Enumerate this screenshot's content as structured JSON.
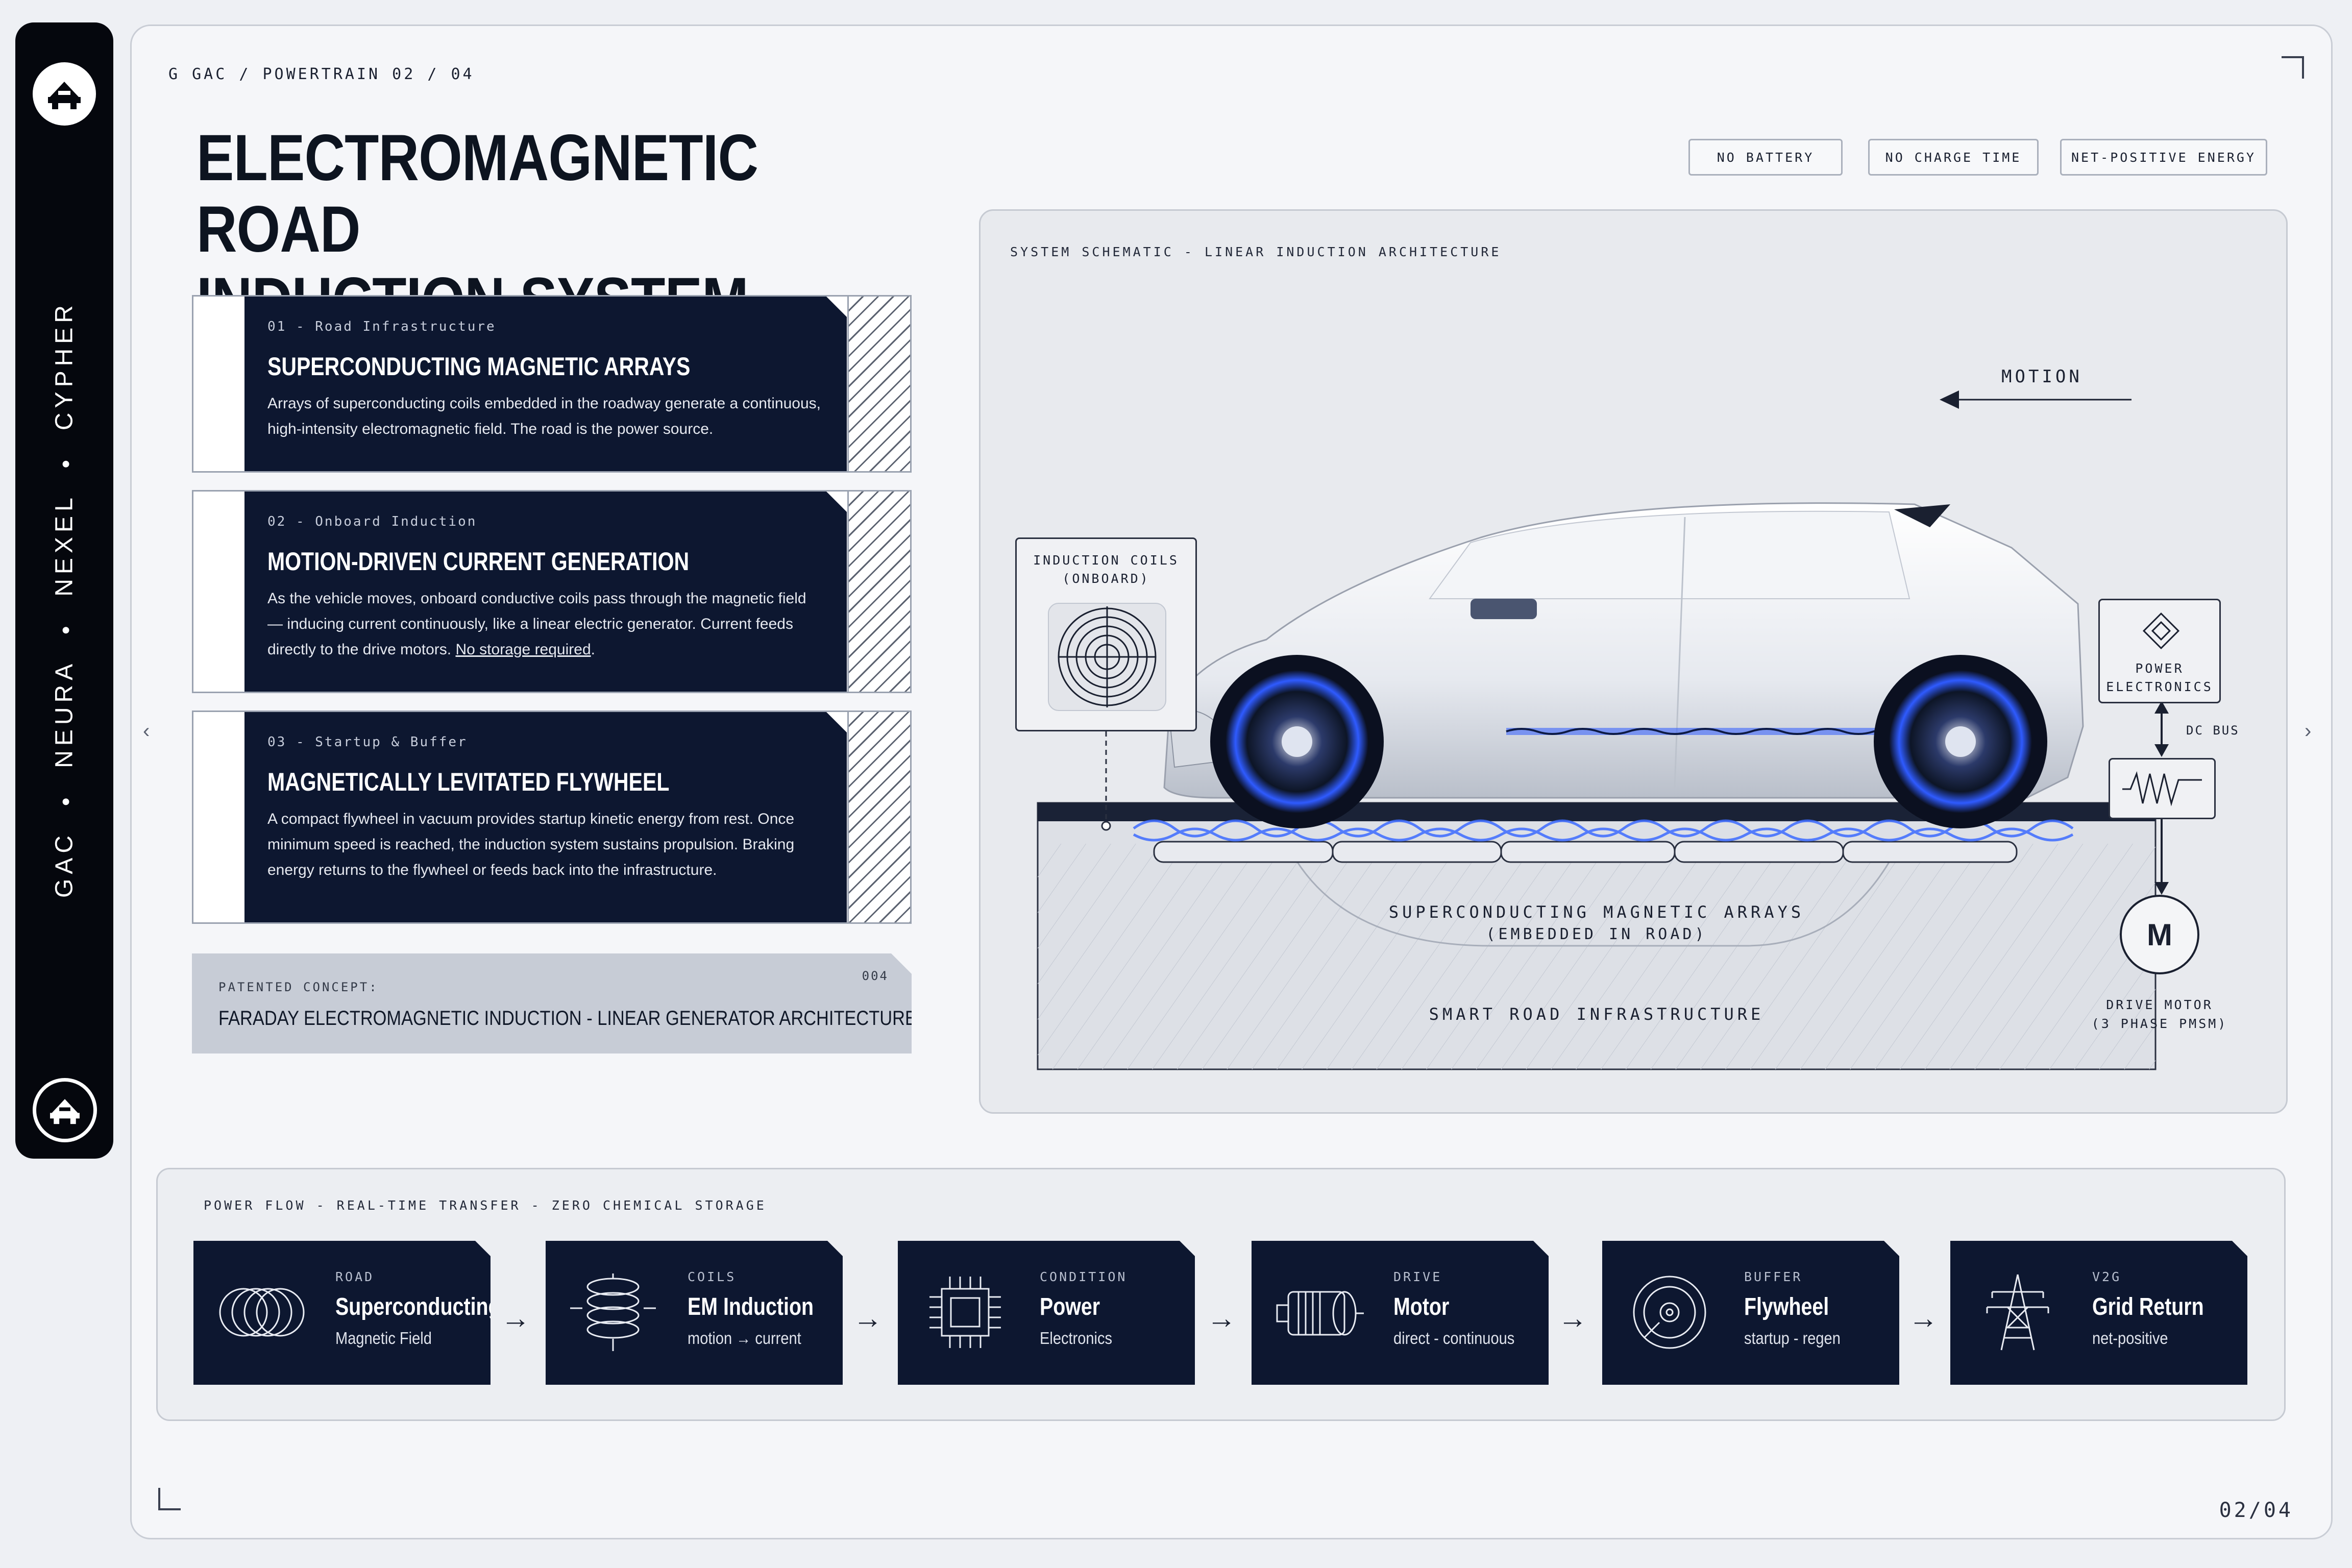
{
  "rail": {
    "brands": [
      "GAC",
      "NEURA",
      "NEXEL",
      "CYPHER"
    ]
  },
  "breadcrumb": "G GAC / POWERTRAIN  02 / 04",
  "title_line1": "ELECTROMAGNETIC ROAD",
  "title_line2": "INDUCTION SYSTEM",
  "tags": [
    "NO BATTERY",
    "NO CHARGE TIME",
    "NET-POSITIVE ENERGY"
  ],
  "cards": [
    {
      "eyebrow": "01 - Road Infrastructure",
      "title": "SUPERCONDUCTING MAGNETIC ARRAYS",
      "desc": "Arrays of superconducting coils embedded in the roadway generate a continuous, high-intensity electromagnetic field. The road is the power source."
    },
    {
      "eyebrow": "02 - Onboard Induction",
      "title": "MOTION-DRIVEN CURRENT GENERATION",
      "desc": "As the vehicle moves, onboard conductive coils pass through the magnetic field — inducing current continuously, like a linear electric generator. Current feeds directly to the drive motors.",
      "desc_link": "No storage required",
      "desc_end": "."
    },
    {
      "eyebrow": "03 - Startup & Buffer",
      "title": "MAGNETICALLY LEVITATED FLYWHEEL",
      "desc": "A compact flywheel in vacuum provides startup kinetic energy from rest. Once minimum speed is reached, the induction system sustains propulsion. Braking energy returns to the flywheel or feeds back into the infrastructure."
    }
  ],
  "patent": {
    "label": "PATENTED CONCEPT:",
    "value": "FARADAY ELECTROMAGNETIC INDUCTION - LINEAR GENERATOR ARCHITECTURE",
    "num": "004"
  },
  "schematic": {
    "caption": "SYSTEM SCHEMATIC - LINEAR INDUCTION ARCHITECTURE",
    "motion": "MOTION",
    "coils_label_1": "INDUCTION COILS",
    "coils_label_2": "(ONBOARD)",
    "power_1": "POWER",
    "power_2": "ELECTRONICS",
    "dc_bus": "DC BUS",
    "arrays_1": "SUPERCONDUCTING MAGNETIC ARRAYS",
    "arrays_2": "(EMBEDDED IN ROAD)",
    "road": "SMART ROAD INFRASTRUCTURE",
    "motor_letter": "M",
    "motor_1": "DRIVE MOTOR",
    "motor_2": "(3 PHASE PMSM)"
  },
  "flow": {
    "caption": "POWER FLOW - REAL-TIME TRANSFER - ZERO CHEMICAL STORAGE",
    "steps": [
      {
        "key": "ROAD",
        "title": "Superconducting",
        "sub": "Magnetic Field"
      },
      {
        "key": "COILS",
        "title": "EM Induction",
        "sub": "motion → current"
      },
      {
        "key": "CONDITION",
        "title": "Power",
        "sub": "Electronics"
      },
      {
        "key": "DRIVE",
        "title": "Motor",
        "sub": "direct - continuous"
      },
      {
        "key": "BUFFER",
        "title": "Flywheel",
        "sub": "startup - regen"
      },
      {
        "key": "V2G",
        "title": "Grid Return",
        "sub": "net-positive"
      }
    ],
    "arrow": "→"
  },
  "page_number": "02/04",
  "colors": {
    "navy": "#0d1730",
    "rail": "#05070d",
    "accent_blue": "#2f5bff"
  }
}
